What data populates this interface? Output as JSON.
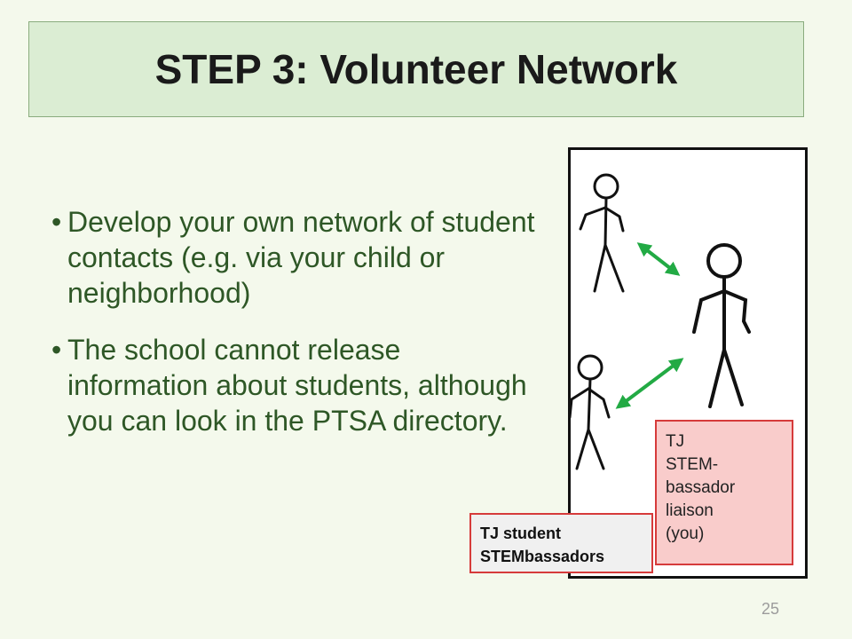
{
  "slide": {
    "title": "STEP 3: Volunteer Network",
    "page_number": "25"
  },
  "bullets": [
    {
      "marker": "•",
      "text": "Develop your own network of student contacts (e.g. via your child or neighborhood)"
    },
    {
      "marker": "•",
      "text": "The school cannot release information about students, although you can look in the PTSA directory."
    }
  ],
  "figure": {
    "liaison_label_lines": [
      "TJ",
      "STEM-",
      "bassador",
      "liaison",
      "(you)"
    ],
    "student_label_lines": [
      "TJ student",
      "STEMbassadors"
    ],
    "colors": {
      "arrow": "#22aa44",
      "label_border": "#d63b3b",
      "liaison_fill": "#f9cccb",
      "student_fill": "#f0f0f0"
    }
  },
  "colors": {
    "background": "#f4f9ec",
    "title_fill": "#dbedd3",
    "bullet_text": "#2e5726",
    "page_number": "#9c9c9c"
  }
}
